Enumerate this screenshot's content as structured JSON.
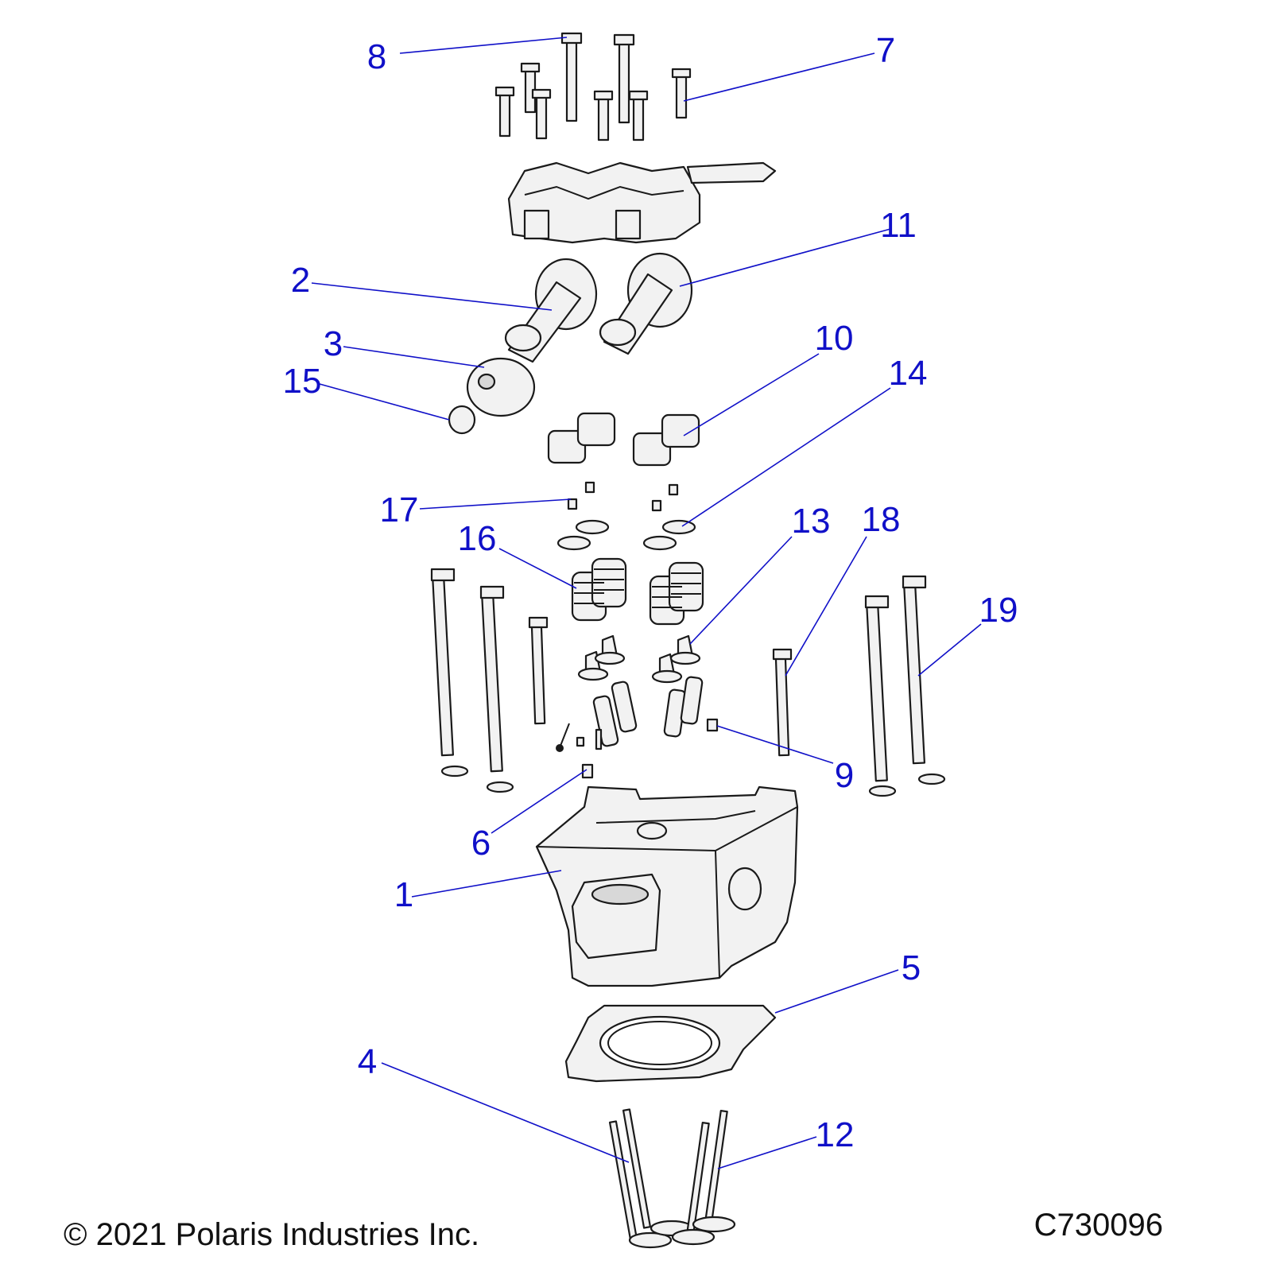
{
  "callouts": [
    {
      "id": "1",
      "text": "1"
    },
    {
      "id": "2",
      "text": "2"
    },
    {
      "id": "3",
      "text": "3"
    },
    {
      "id": "4",
      "text": "4"
    },
    {
      "id": "5",
      "text": "5"
    },
    {
      "id": "6",
      "text": "6"
    },
    {
      "id": "7",
      "text": "7"
    },
    {
      "id": "8",
      "text": "8"
    },
    {
      "id": "9",
      "text": "9"
    },
    {
      "id": "10",
      "text": "10"
    },
    {
      "id": "11",
      "text": "11"
    },
    {
      "id": "12",
      "text": "12"
    },
    {
      "id": "13",
      "text": "13"
    },
    {
      "id": "14",
      "text": "14"
    },
    {
      "id": "15",
      "text": "15"
    },
    {
      "id": "16",
      "text": "16"
    },
    {
      "id": "17",
      "text": "17"
    },
    {
      "id": "18",
      "text": "18"
    },
    {
      "id": "19",
      "text": "19"
    }
  ],
  "footer": {
    "copyright": "© 2021 Polaris Industries Inc.",
    "drawing_number": "C730096"
  },
  "colors": {
    "callout": "#1010c8",
    "linework": "#1a1a1a",
    "part_fill": "#f2f2f2"
  }
}
